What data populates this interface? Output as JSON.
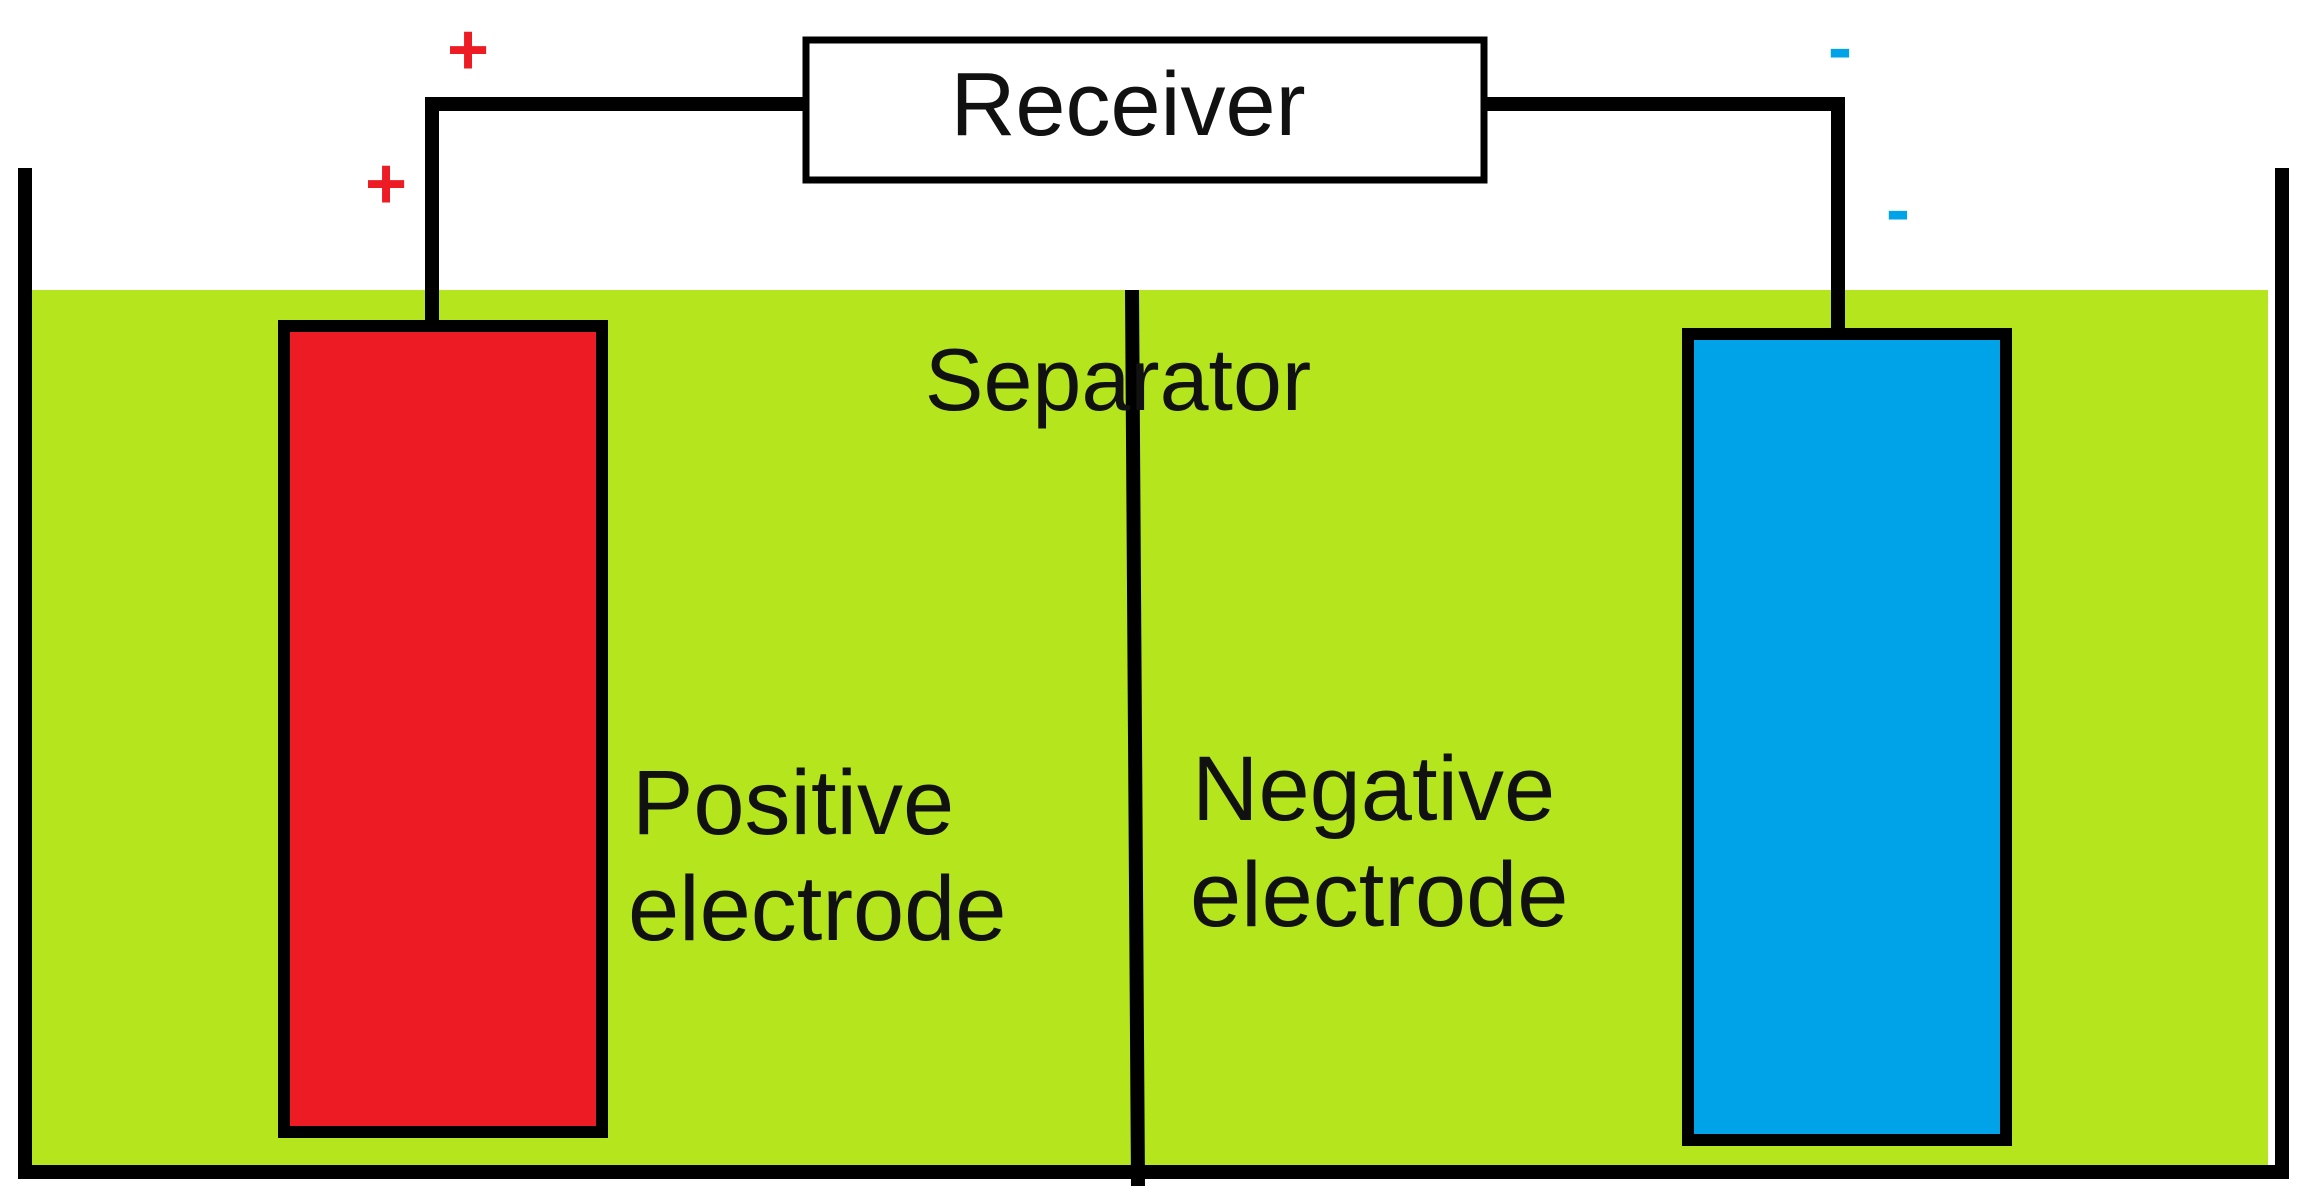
{
  "receiver": {
    "label": "Receiver"
  },
  "separator": {
    "label": "Separator"
  },
  "positive_electrode": {
    "label_line1": "Positive",
    "label_line2": "electrode",
    "color": "#ED1C24",
    "signs": [
      "+",
      "+"
    ]
  },
  "negative_electrode": {
    "label_line1": "Negative",
    "label_line2": "electrode",
    "color": "#00A2E8",
    "signs": [
      "-",
      "-"
    ]
  },
  "electrolyte": {
    "color": "#B5E61D"
  },
  "colors": {
    "outline": "#000000",
    "positive_sign": "#ED1C24",
    "negative_sign": "#00A2E8",
    "text": "#111111"
  }
}
